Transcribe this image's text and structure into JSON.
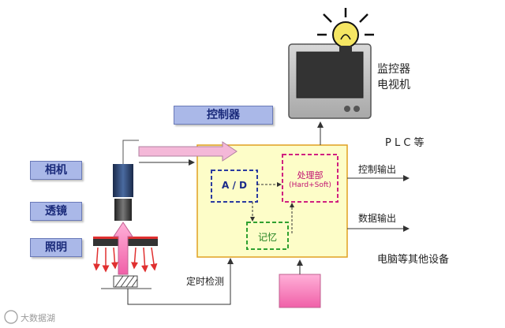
{
  "labels": {
    "controller": "控制器",
    "camera": "相机",
    "lens": "透镜",
    "lighting": "照明",
    "monitor": "监控器\n电视机",
    "plc": "P L C 等",
    "control_output": "控制输出",
    "data_output": "数据输出",
    "computer": "电脑等其他设备",
    "timing": "定时检测",
    "ad": "A / D",
    "processor": "处理部",
    "processor_sub": "(Hard+Soft)",
    "memory": "记忆",
    "watermark": "大数据湖"
  },
  "colors": {
    "controller_bg": "#fdfdc8",
    "controller_border": "#e0a020",
    "tag_bg": "#aab8e8",
    "ad_border": "#2a3aa0",
    "processor_border": "#d02080",
    "memory_border": "#30a030",
    "arrow_pink": "#f4b8d8",
    "lamp_yellow": "#f5e663",
    "pink_block": "#f070b0",
    "light_ray": "#e03030"
  }
}
